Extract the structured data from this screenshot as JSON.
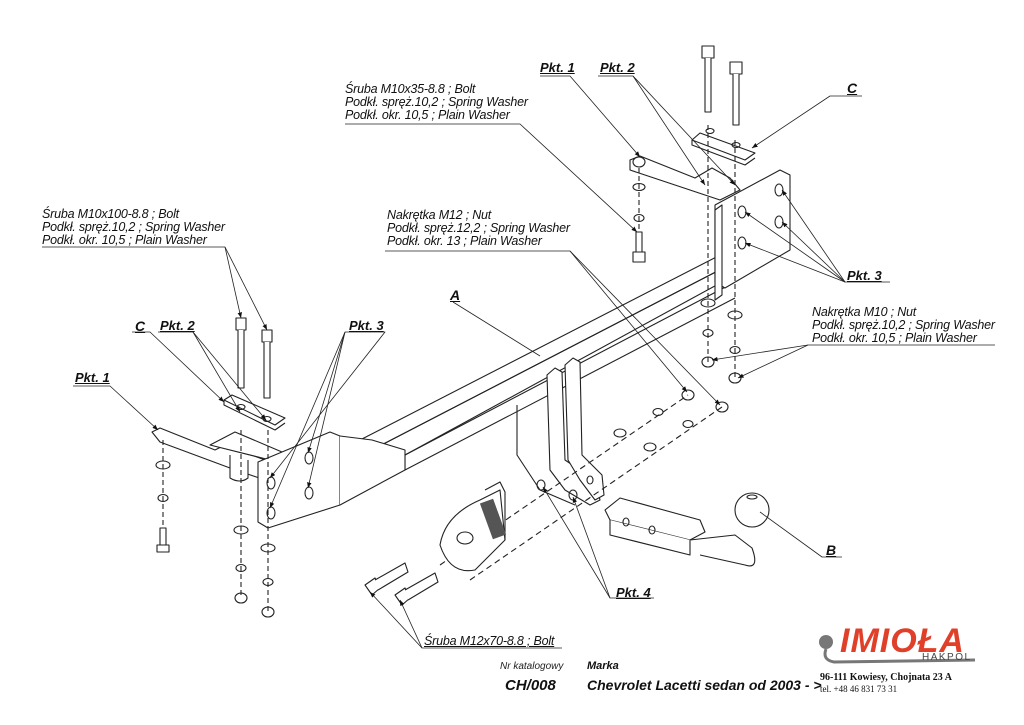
{
  "labels": {
    "bolt_m10x35": [
      "Śruba M10x35-8.8 ;  Bolt",
      "Podkł. spręż.10,2 ; Spring Washer",
      "Podkł. okr. 10,5 ; Plain Washer"
    ],
    "bolt_m10x100": [
      "Śruba M10x100-8.8 ;  Bolt",
      "Podkł. spręż.10,2 ; Spring Washer",
      "Podkł. okr. 10,5 ; Plain Washer"
    ],
    "nut_m12": [
      "Nakrętka  M12 ; Nut",
      "Podkł. spręż.12,2 ; Spring Washer",
      "Podkł. okr. 13 ; Plain Washer"
    ],
    "nut_m10": [
      "Nakrętka  M10 ; Nut",
      "Podkł. spręż.10,2 ; Spring Washer",
      "Podkł. okr. 10,5 ; Plain Washer"
    ],
    "bolt_m12x70": "Śruba M12x70-8.8 ;  Bolt"
  },
  "callouts": {
    "pkt1_top": "Pkt. 1",
    "pkt2_top": "Pkt. 2",
    "c_top": "C",
    "pkt3_right": "Pkt. 3",
    "a": "A",
    "c_left": "C",
    "pkt2_left": "Pkt. 2",
    "pkt3_left": "Pkt. 3",
    "pkt1_left": "Pkt. 1",
    "pkt4": "Pkt. 4",
    "b": "B"
  },
  "footer": {
    "catalog_label": "Nr katalogowy",
    "catalog_number": "CH/008",
    "brand_label": "Marka",
    "vehicle": "Chevrolet Lacetti sedan   od  2003 - >"
  },
  "company": {
    "logo_text": "IMIOŁA",
    "sub_brand": "HAKPOL",
    "address": "96-111 Kowiesy, Chojnata 23 A",
    "phone": "tel. +48 46 831 73 31",
    "brand_color": "#e0402a"
  }
}
